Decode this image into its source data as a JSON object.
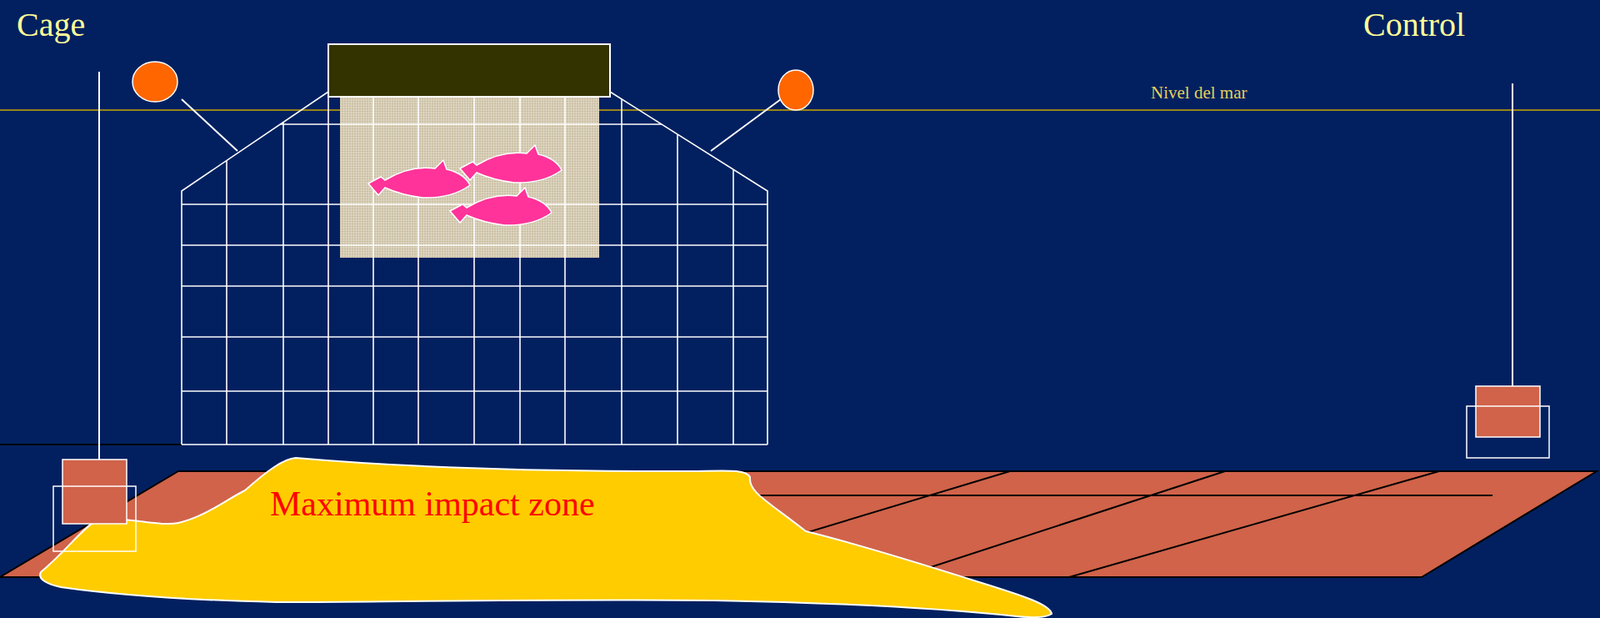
{
  "diagram": {
    "nodes": [
      {
        "text": [
          "Maximum impact zone"
        ]
      }
    ],
    "labels": [
      "Cage",
      "Control",
      "Nivel del mar"
    ]
  }
}
